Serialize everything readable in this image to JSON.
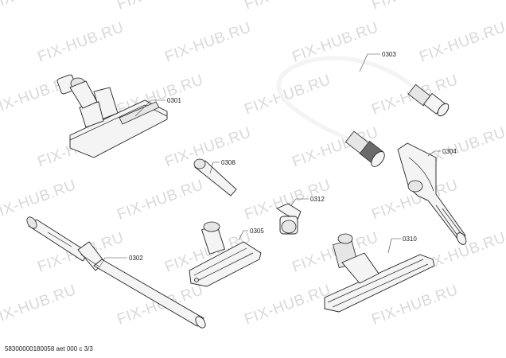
{
  "watermark": {
    "text": "FIX-HUB.RU"
  },
  "parts": [
    {
      "id": "p0301",
      "label": "0301",
      "name": "floor nozzle"
    },
    {
      "id": "p0303",
      "label": "0303",
      "name": "suction hose"
    },
    {
      "id": "p0308",
      "label": "0308",
      "name": "crevice nozzle"
    },
    {
      "id": "p0304",
      "label": "0304",
      "name": "handle"
    },
    {
      "id": "p0312",
      "label": "0312",
      "name": "adapter clip"
    },
    {
      "id": "p0305",
      "label": "0305",
      "name": "upholstery nozzle"
    },
    {
      "id": "p0302",
      "label": "0302",
      "name": "telescopic tube"
    },
    {
      "id": "p0310",
      "label": "0310",
      "name": "parquet nozzle"
    }
  ],
  "footer": {
    "text": "58300000180058 aet 000 c 3/3"
  }
}
